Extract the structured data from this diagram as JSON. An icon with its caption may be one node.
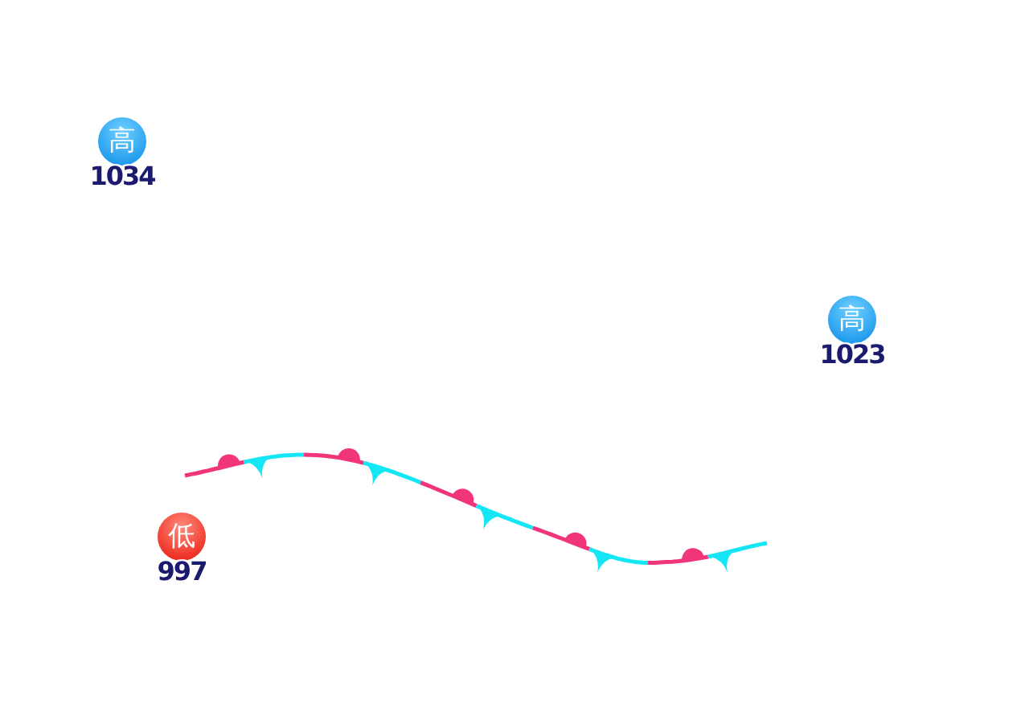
{
  "diagram": {
    "nodes": [
      {
        "text": [
          "高"
        ],
        "beside": [
          "1034"
        ]
      },
      {
        "text": [
          "高"
        ],
        "beside": [
          "1023"
        ]
      },
      {
        "text": [
          "低"
        ],
        "beside": [
          "997"
        ]
      }
    ]
  }
}
